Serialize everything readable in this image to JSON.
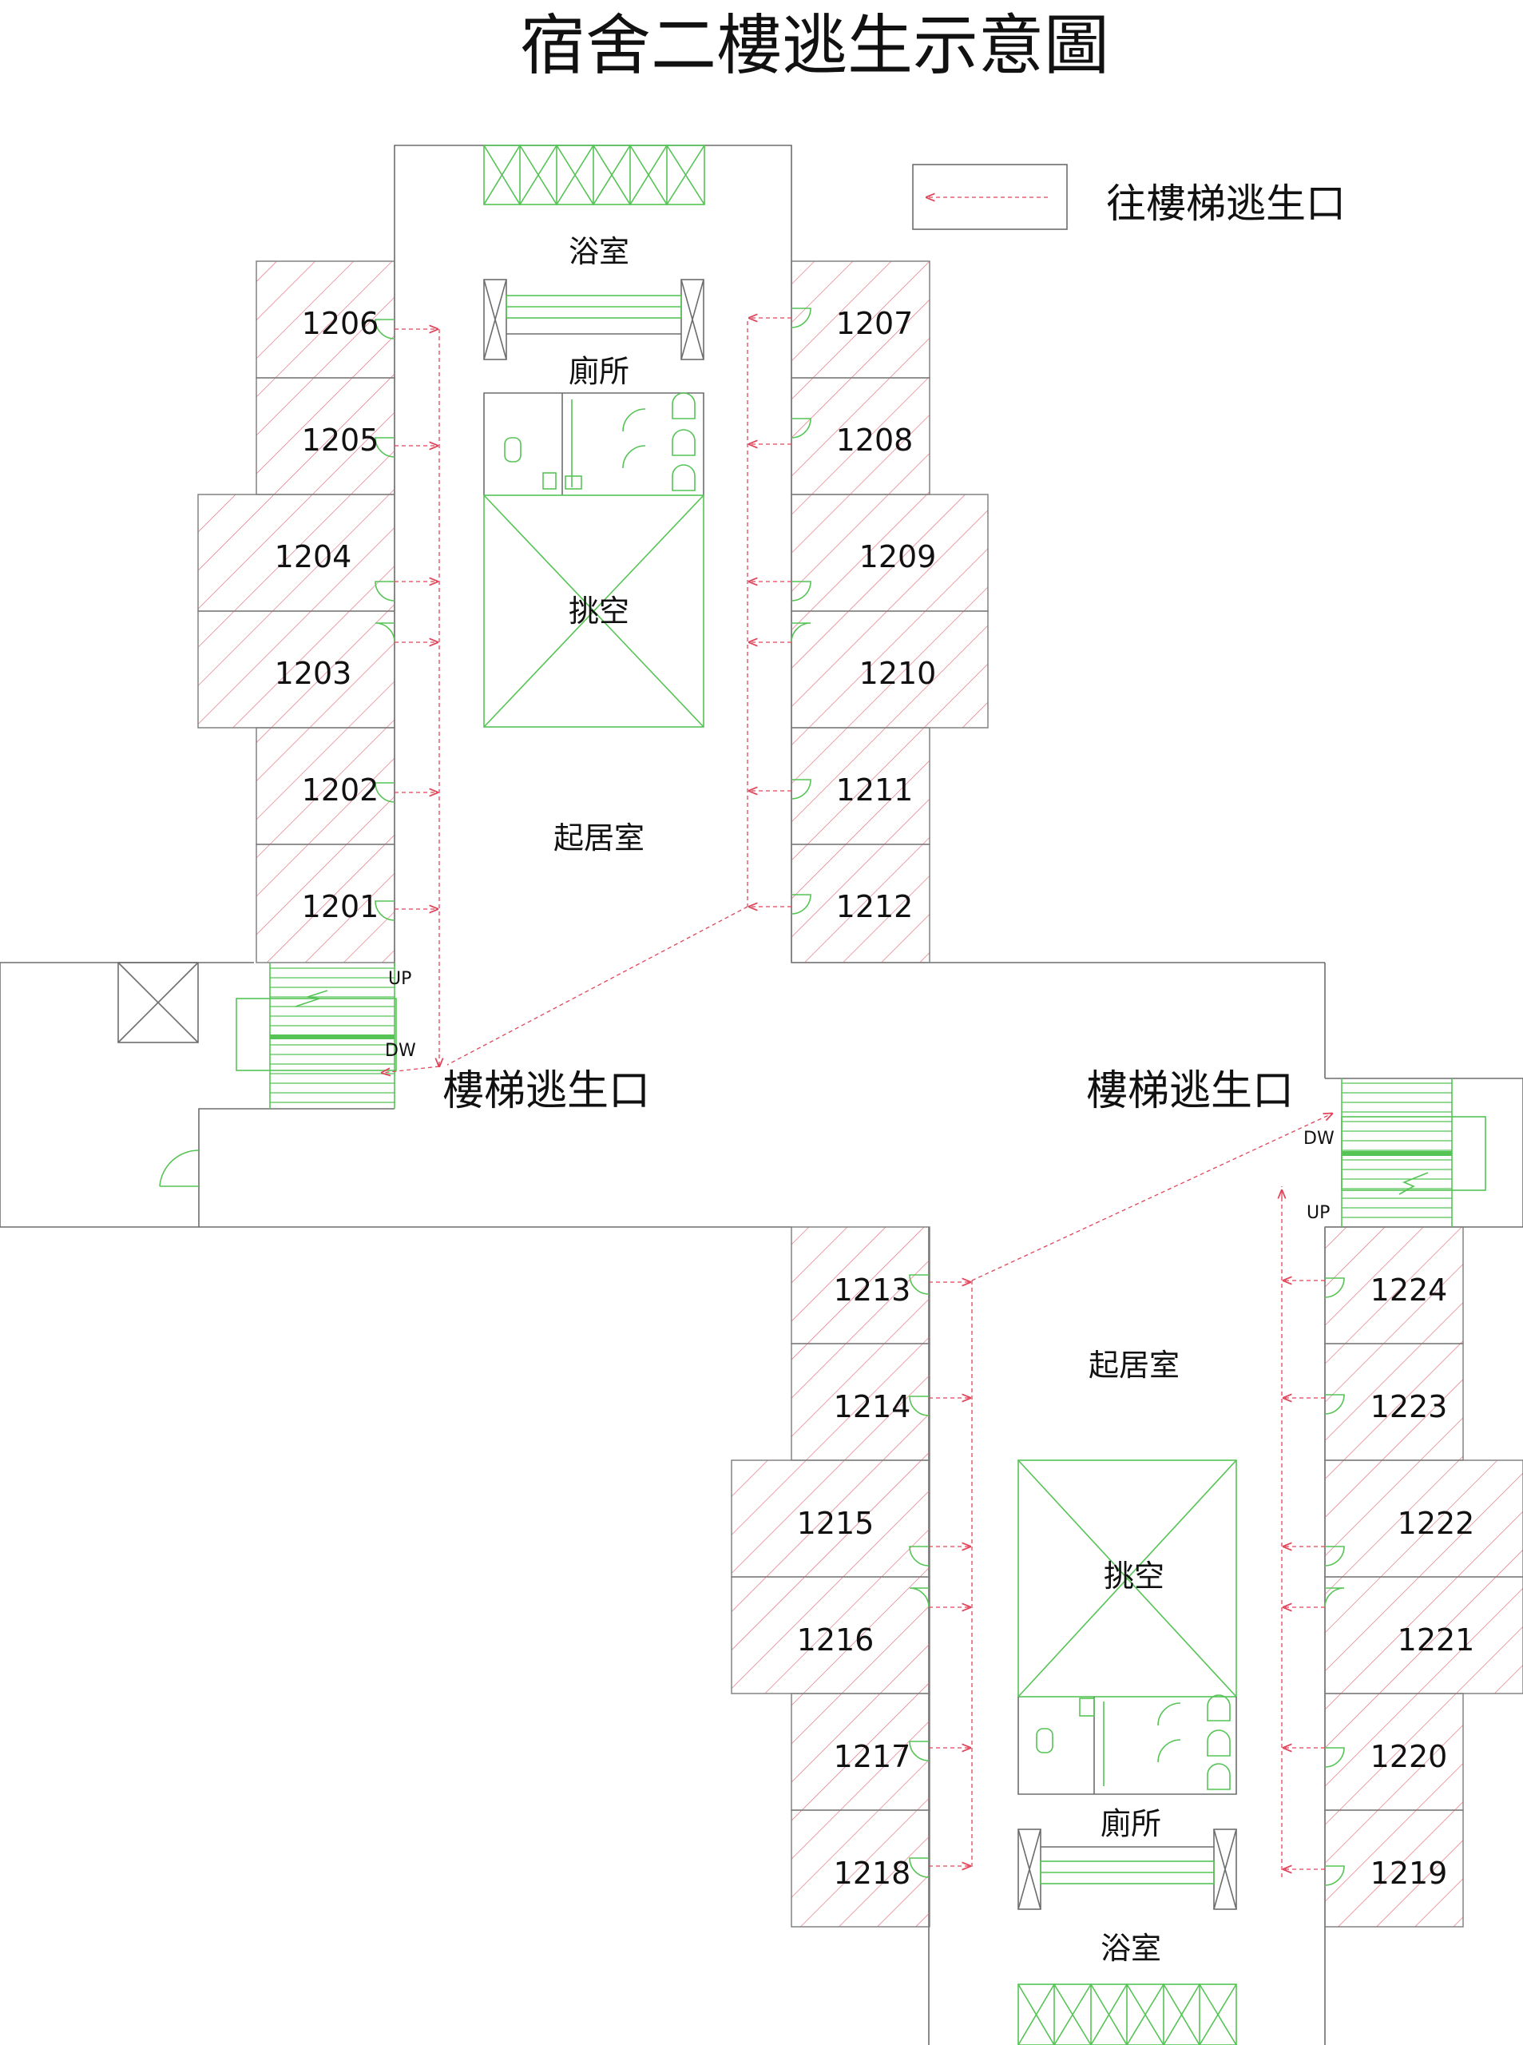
{
  "title": "宿舍二樓逃生示意圖",
  "legend": {
    "label": "往樓梯逃生口",
    "route_color": "#e0455a"
  },
  "colors": {
    "wall": "#6d6d6d",
    "fixture": "#55c455",
    "hatch": "#e06a78",
    "route": "#e0455a"
  },
  "stair_exit_label": "樓梯逃生口",
  "stairs": {
    "up": "UP",
    "down": "DW"
  },
  "areas": {
    "north": {
      "bath": "浴室",
      "toilet": "廁所",
      "void": "挑空",
      "lounge": "起居室"
    },
    "south": {
      "bath": "浴室",
      "toilet": "廁所",
      "void": "挑空",
      "lounge": "起居室"
    }
  },
  "rooms": [
    "1201",
    "1202",
    "1203",
    "1204",
    "1205",
    "1206",
    "1207",
    "1208",
    "1209",
    "1210",
    "1211",
    "1212",
    "1213",
    "1214",
    "1215",
    "1216",
    "1217",
    "1218",
    "1219",
    "1220",
    "1221",
    "1222",
    "1223",
    "1224"
  ]
}
